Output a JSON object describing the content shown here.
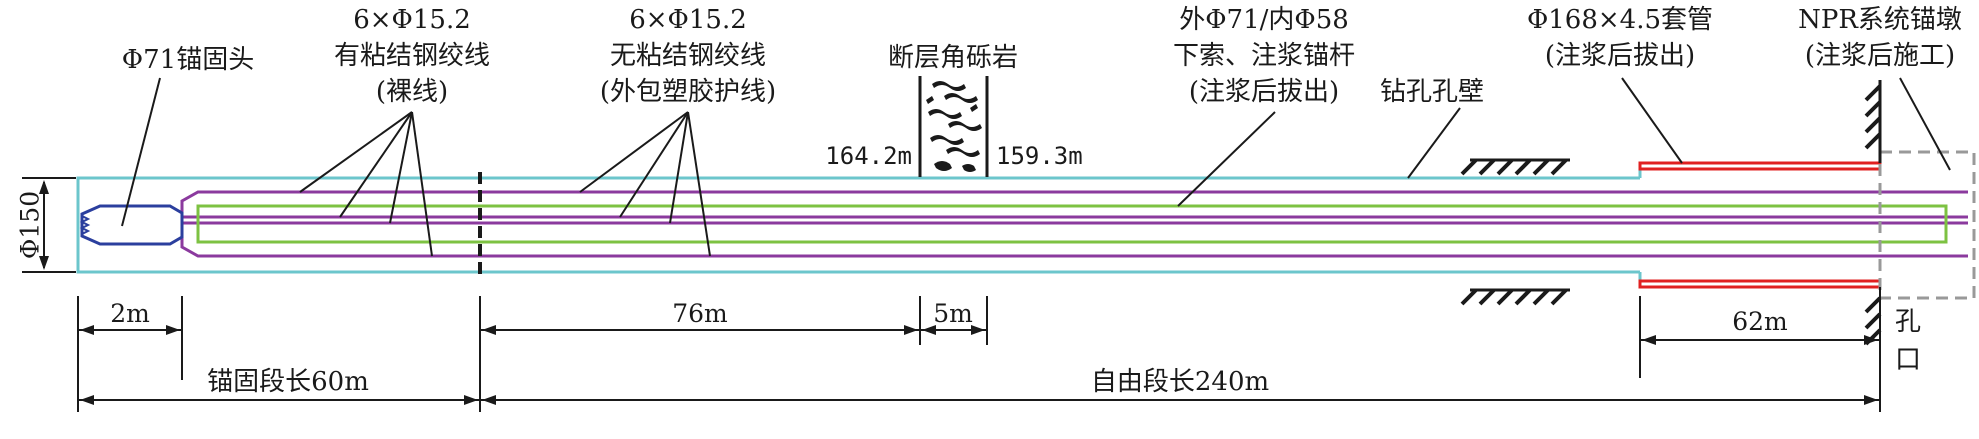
{
  "labels": {
    "anchor_head": "Φ71锚固头",
    "bonded_strand_l1": "6×Φ15.2",
    "bonded_strand_l2": "有粘结钢绞线",
    "bonded_strand_l3": "(裸线)",
    "unbonded_strand_l1": "6×Φ15.2",
    "unbonded_strand_l2": "无粘结钢绞线",
    "unbonded_strand_l3": "(外包塑胶护线)",
    "fault_breccia": "断层角砾岩",
    "rod_l1": "外Φ71/内Φ58",
    "rod_l2": "下索、注浆锚杆",
    "rod_l3": "(注浆后拔出)",
    "hole_wall": "钻孔孔壁",
    "casing_l1": "Φ168×4.5套管",
    "casing_l2": "(注浆后拔出)",
    "npr_l1": "NPR系统锚墩",
    "npr_l2": "(注浆后施工)",
    "depth_left": "164.2m",
    "depth_right": "159.3m",
    "diameter": "Φ150",
    "hole_mouth_1": "孔",
    "hole_mouth_2": "口"
  },
  "dimensions": {
    "d_2m": "2m",
    "d_76m": "76m",
    "d_5m": "5m",
    "d_62m": "62m",
    "anchor_section": "锚固段长60m",
    "free_section": "自由段长240m"
  },
  "colors": {
    "hole": "#6cc6cc",
    "rod": "#7dc242",
    "strand": "#8b3a9e",
    "casing": "#e02020",
    "anchor_head": "#2b3f9e",
    "npr": "#999999",
    "ink": "#1a1a1a"
  }
}
